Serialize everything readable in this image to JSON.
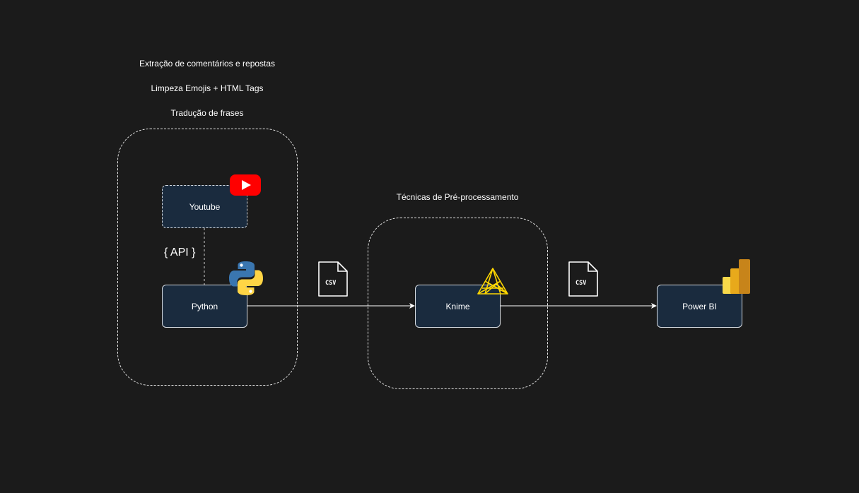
{
  "notes": {
    "extraction": "Extração de comentários e repostas",
    "cleaning": "Limpeza Emojis + HTML Tags",
    "translation": "Tradução de frases",
    "preprocessing": "Técnicas de Pré-processamento"
  },
  "nodes": {
    "youtube": "Youtube",
    "python": "Python",
    "knime": "Knime",
    "powerbi": "Power BI"
  },
  "connector_label": "{ API }",
  "file_icons": {
    "first": "CSV",
    "second": "CSV"
  },
  "colors": {
    "background": "#1b1b1b",
    "node_fill": "#1a2b3e",
    "border": "#e6e6e6",
    "youtube_red": "#ff0000",
    "knime_yellow": "#ffd700",
    "powerbi_gold": "#f2c811"
  },
  "icons": [
    "youtube-icon",
    "python-icon",
    "knime-icon",
    "powerbi-icon",
    "csv-file-icon"
  ]
}
